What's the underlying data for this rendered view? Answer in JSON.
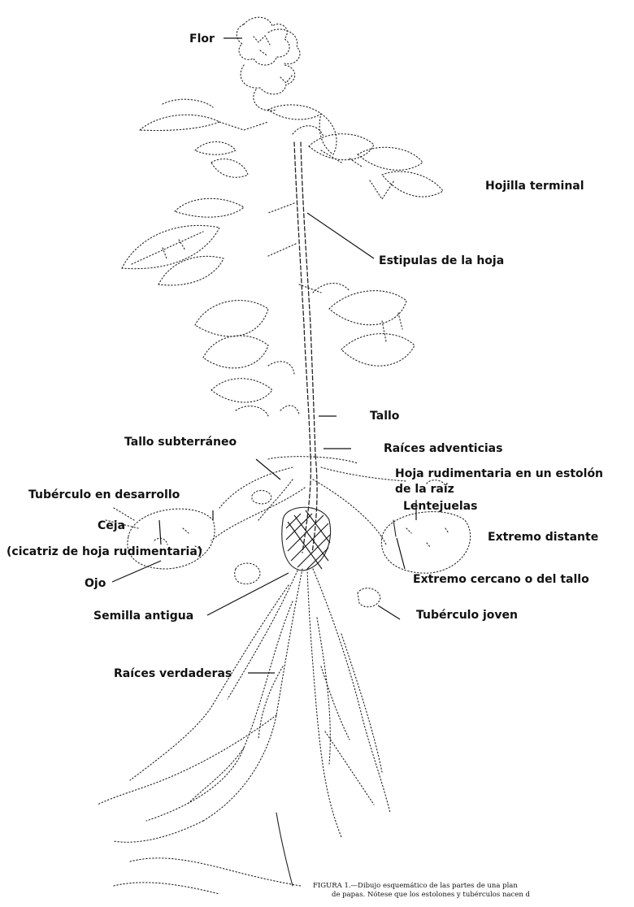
{
  "labels": {
    "flor": "Flor",
    "hojilla_terminal": "Hojilla terminal",
    "estipulas": "Estipulas de la hoja",
    "tallo": "Tallo",
    "tallo_subterraneo": "Tallo subterráneo",
    "raices_adventicias": "Raíces adventicias",
    "hoja_rudimentaria_1": "Hoja rudimentaria en un estolón",
    "hoja_rudimentaria_2": "de la raíz",
    "tuberculo_desarrollo": "Tubérculo en desarrollo",
    "lentejuelas": "Lentejuelas",
    "ceja": "Ceja",
    "cicatriz": "(cicatriz de hoja rudimentaria)",
    "extremo_distante": "Extremo distante",
    "ojo": "Ojo",
    "extremo_cercano": "Extremo cercano o del tallo",
    "semilla_antigua": "Semilla antigua",
    "tuberculo_joven": "Tubérculo joven",
    "raices_verdaderas": "Raíces verdaderas"
  },
  "caption": {
    "line1": "FIGURA 1.—Dibujo esquemático de las partes de una plan",
    "line2": "de papas. Nótese que los estolones y tubérculos nacen d"
  }
}
